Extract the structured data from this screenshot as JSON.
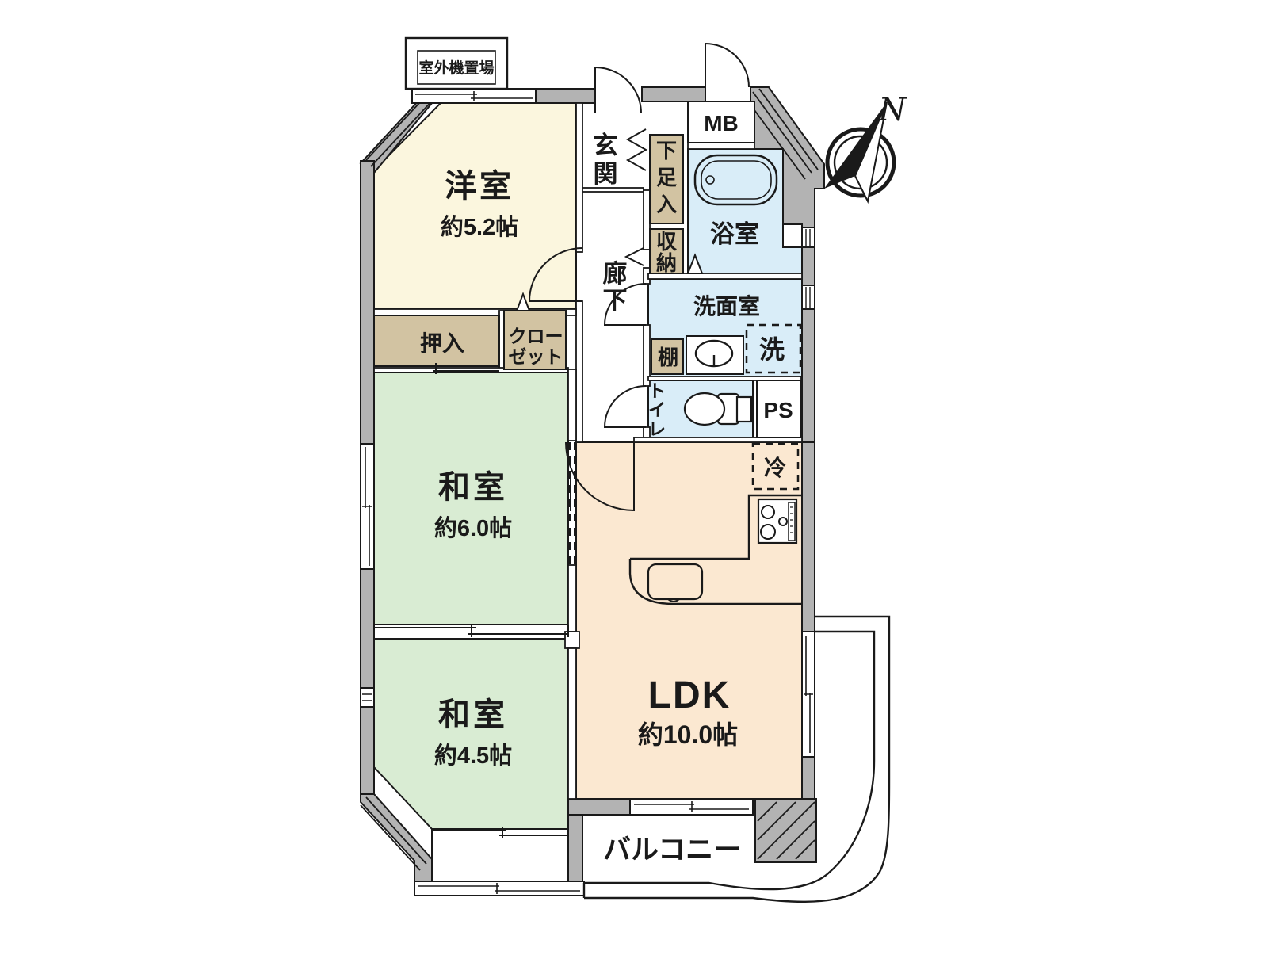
{
  "floorplan": {
    "outdoor_unit_label": "室外機置場",
    "compass": {
      "north_label": "N"
    },
    "rooms": {
      "western_room": {
        "name": "洋室",
        "size": "約5.2帖"
      },
      "japanese_room_6": {
        "name": "和室",
        "size": "約6.0帖"
      },
      "japanese_room_4_5": {
        "name": "和室",
        "size": "約4.5帖"
      },
      "ldk": {
        "name": "LDK",
        "size": "約10.0帖"
      },
      "bathroom": "浴室",
      "washroom": "洗面室",
      "balcony": "バルコニー"
    },
    "labels": {
      "entrance_chars": [
        "玄",
        "関"
      ],
      "hallway_chars": [
        "廊",
        "下"
      ],
      "shoe_cabinet_chars": [
        "下",
        "足",
        "入"
      ],
      "hall_storage_chars": [
        "収",
        "納"
      ],
      "toilet_chars": [
        "ト",
        "イ",
        "レ"
      ],
      "closet_lines": [
        "クロー",
        "ゼット"
      ],
      "oshiire": "押入",
      "shelf": "棚",
      "washer": "洗",
      "meter_box": "MB",
      "pipe_space": "PS",
      "refrigerator": "冷"
    },
    "colors": {
      "wall": "#b3b3b3",
      "outline": "#1a1a1a",
      "western_room": "#fbf6de",
      "tatami": "#d9ecd3",
      "ldk": "#fbe8d1",
      "water": "#d9edf8",
      "closet": "#d2c3a2",
      "white": "#ffffff"
    }
  }
}
